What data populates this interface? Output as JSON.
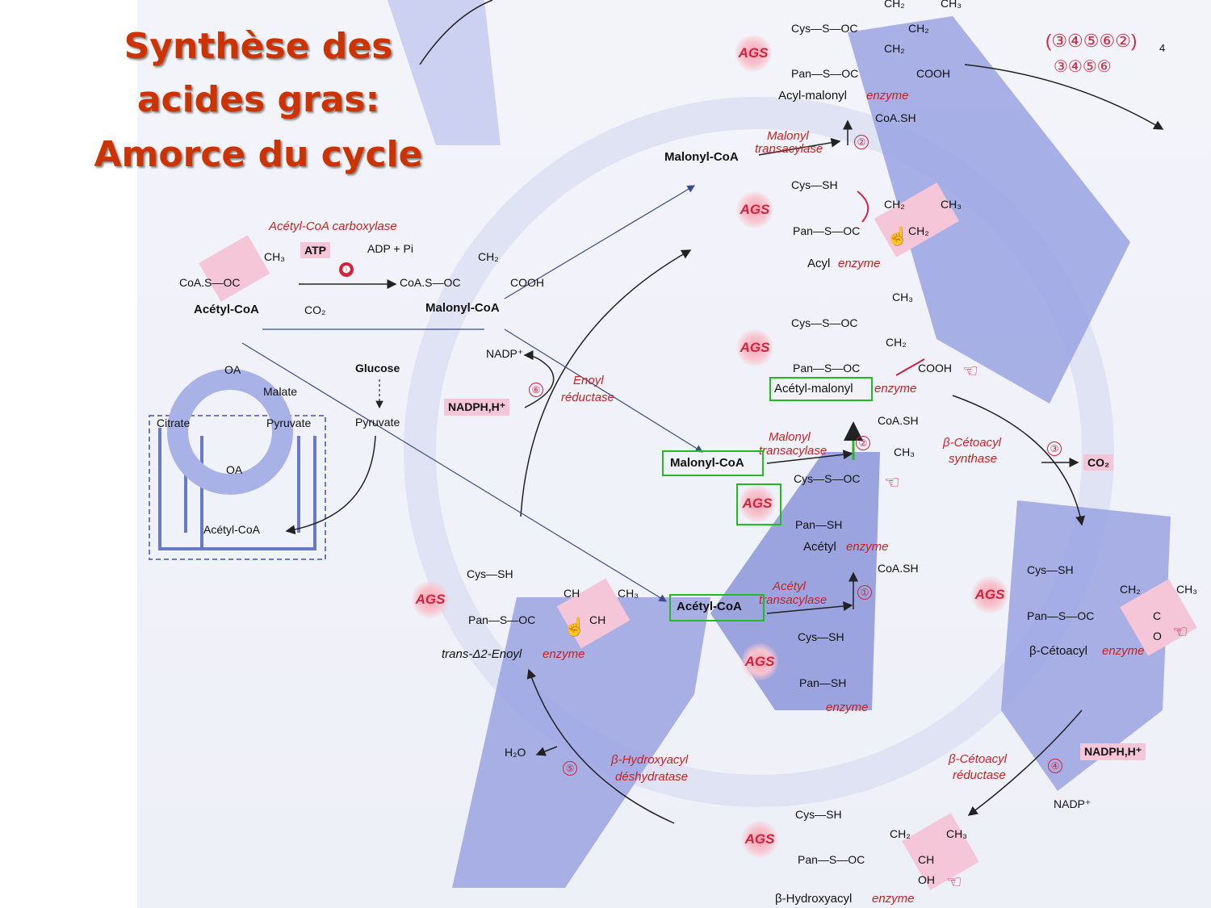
{
  "title": {
    "line1": "Synthèse des",
    "line2": "acides gras:",
    "line3": "Amorce du cycle"
  },
  "stoichiometry": {
    "top": "(③④⑤⑥②)",
    "sub": "4",
    "bottom": "③④⑤⑥"
  },
  "left": {
    "enzyme": "Acétyl-CoA carboxylase",
    "atp": "ATP",
    "adp": "ADP + Pi",
    "co2": "CO₂",
    "step1": "❶",
    "acetyl_formula": "CoA.S—OC",
    "acetyl_ch3": "CH₃",
    "acetyl_name": "Acétyl-CoA",
    "malonyl_formula": "CoA.S—OC",
    "malonyl_ch2": "CH₂",
    "malonyl_cooh": "COOH",
    "malonyl_name": "Malonyl-CoA",
    "oa1": "OA",
    "malate": "Malate",
    "citrate": "Citrate",
    "pyruvate1": "Pyruvate",
    "oa2": "OA",
    "acetylcoa_mito": "Acétyl-CoA",
    "glucose": "Glucose",
    "pyruvate2": "Pyruvate",
    "nadp": "NADP⁺",
    "nadph": "NADPH,H⁺",
    "step6": "⑥",
    "enoyl_red1": "Enoyl",
    "enoyl_red2": "réductase"
  },
  "top_block": {
    "cys": "Cys—S—OC",
    "ch2a": "CH₂",
    "ch3a": "CH₃",
    "ch2b": "CH₂",
    "pan": "Pan—S—OC",
    "ch2c": "CH₂",
    "cooh": "COOH",
    "name": "Acyl-malonyl",
    "enzyme": "enzyme",
    "malonylcoa": "Malonyl-CoA",
    "mt1": "Malonyl",
    "mt2": "transacylase",
    "coash": "CoA.SH",
    "step2": "②"
  },
  "acyl_enzyme": {
    "cys": "Cys—SH",
    "pan": "Pan—S—OC",
    "ch2a": "CH₂",
    "ch3": "CH₃",
    "ch2b": "CH₂",
    "name": "Acyl",
    "enzyme": "enzyme"
  },
  "acetylmalonyl": {
    "cys": "Cys—S—OC",
    "ch3": "CH₃",
    "pan": "Pan—S—OC",
    "ch2": "CH₂",
    "cooh": "COOH",
    "name": "Acétyl-malonyl",
    "enzyme": "enzyme"
  },
  "mid": {
    "coash": "CoA.SH",
    "mt1": "Malonyl",
    "mt2": "transacylase",
    "step2": "②",
    "malonylcoa": "Malonyl-CoA",
    "cys": "Cys—S—OC",
    "ch3": "CH₃",
    "pan": "Pan—SH",
    "name": "Acétyl",
    "enzyme": "enzyme",
    "kas1": "β-Cétoacyl",
    "kas2": "synthase",
    "step3": "③",
    "co2": "CO₂",
    "coash2": "CoA.SH",
    "at1": "Acétyl",
    "at2": "transacylase",
    "step1": "①",
    "acetylcoa": "Acétyl-CoA",
    "free_cys": "Cys—SH",
    "free_pan": "Pan—SH",
    "free_enzyme": "enzyme"
  },
  "ketoacyl": {
    "cys": "Cys—SH",
    "pan": "Pan—S—OC",
    "ch2": "CH₂",
    "ch3": "CH₃",
    "c": "C",
    "o": "O",
    "name": "β-Cétoacyl",
    "enzyme": "enzyme",
    "red1": "β-Cétoacyl",
    "red2": "réductase",
    "step4": "④",
    "nadph": "NADPH,H⁺",
    "nadp": "NADP⁺"
  },
  "hydroxyacyl": {
    "cys": "Cys—SH",
    "pan": "Pan—S—OC",
    "ch2": "CH₂",
    "ch3": "CH₃",
    "ch": "CH",
    "oh": "OH",
    "name": "β-Hydroxyacyl",
    "enzyme": "enzyme",
    "deh1": "β-Hydroxyacyl",
    "deh2": "déshydratase",
    "step5": "⑤",
    "h2o": "H₂O"
  },
  "enoyl": {
    "cys": "Cys—SH",
    "pan": "Pan—S—OC",
    "ch1": "CH",
    "ch2": "CH",
    "ch3": "CH₃",
    "name": "trans-Δ2-Enoyl",
    "enzyme": "enzyme"
  },
  "ags": "AGS"
}
